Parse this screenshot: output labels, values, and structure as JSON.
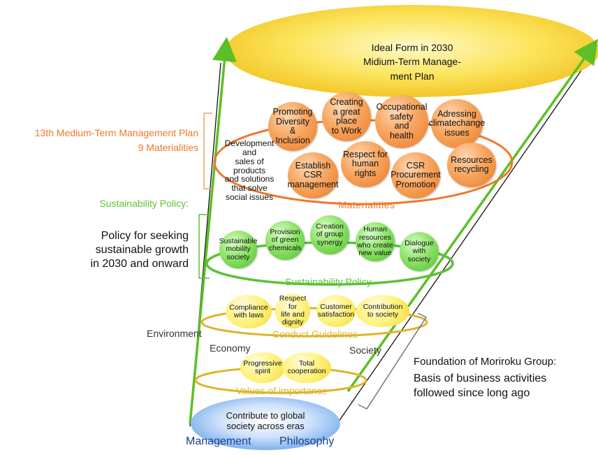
{
  "ideal_form": "Ideal Form in 2030\nMidium-Term Manage-\nment Plan",
  "left_labels": {
    "plan_title": "13th Medium-Term Management Plan\n9 Materialities",
    "policy_heading": "Sustainability Policy:",
    "policy_desc": "Policy for seeking\nsustainable growth\nin 2030 and onward"
  },
  "materialities": {
    "label": "Materialities",
    "items": [
      "Promoting\nDiversity\n&\nInclusion",
      "Creating\na great place\nto Work",
      "Occupational\nsafety\nand\nhealth",
      "Adressing\nclimatechange\nissues",
      "Development and\nsales of products\nand solutions\nthat solve\nsocial issues",
      "Establish\nCSR\nmanagement",
      "Respect for\nhuman\nrights",
      "CSR\nProcurement\nPromotion",
      "Resources\nrecycling"
    ]
  },
  "sustainability_policy": {
    "label": "Sustainability Policy",
    "items": [
      "Sustainable\nmobility\nsociety",
      "Provision\nof green\nchemicals",
      "Creation\nof group\nsynergy",
      "Human\nresources\nwho create\nnew value",
      "Dialogue\nwith\nsociety"
    ]
  },
  "conduct_guidelines": {
    "label": "Conduct Guidelines",
    "items": [
      "Compliance\nwith laws",
      "Respect\nfor\nlife and\ndignity",
      "Customer\nsatisfaction",
      "Contribution\nto society"
    ]
  },
  "values_of_importance": {
    "label": "Values of importance",
    "items": [
      "Progressive\nspirit",
      "Total\ncooperation"
    ]
  },
  "axes": {
    "environment": "Environment",
    "economy": "Economy",
    "society": "Society"
  },
  "management_philosophy": {
    "text": "Contribute to global\nsociety across eras",
    "label_left": "Management",
    "label_right": "Philosophy"
  },
  "foundation": {
    "title": "Foundation of Moriroku Group:",
    "desc": "Basis of business activities\nfollowed since long ago"
  },
  "colors": {
    "orange": "#F0782A",
    "green": "#5CC236",
    "yellow": "#DDB52A",
    "blue": "#1A3F8C"
  }
}
